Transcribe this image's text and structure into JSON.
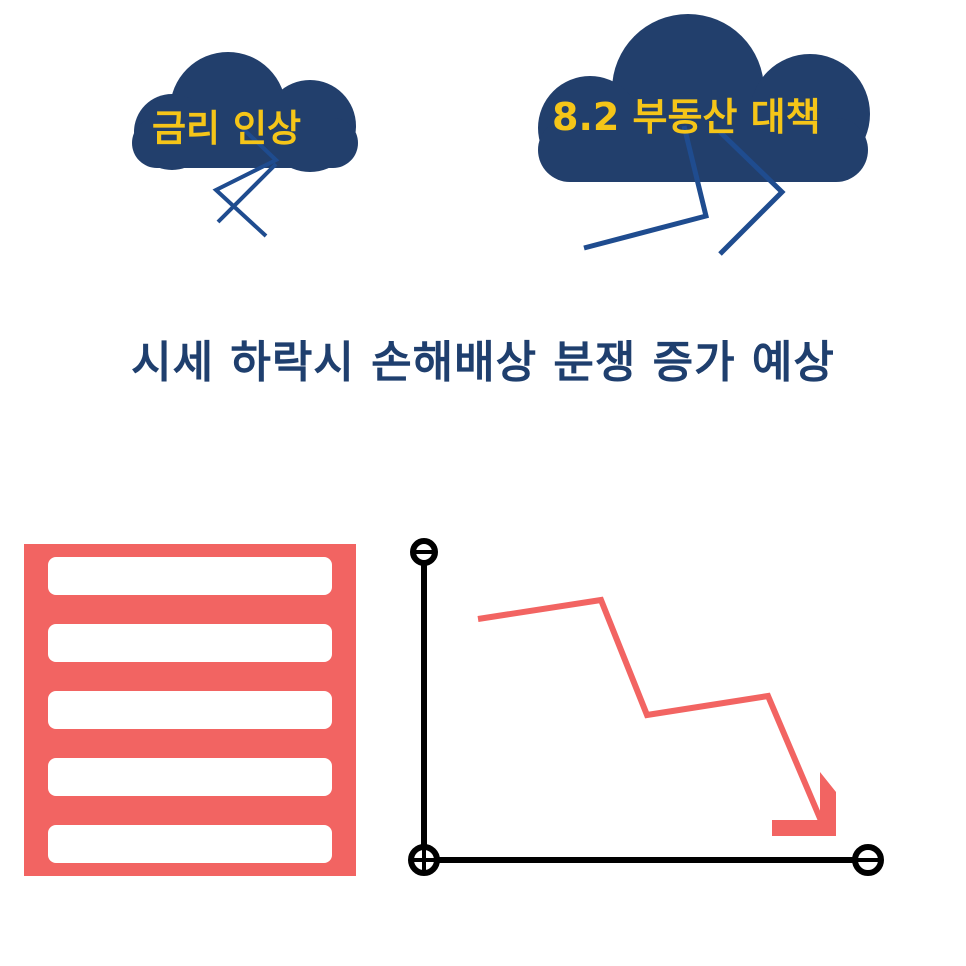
{
  "clouds": [
    {
      "label": "금리 인상"
    },
    {
      "label": "8.2 부동산 대책"
    }
  ],
  "headline": "시세 하락시 손해배상 분쟁 증가 예상",
  "colors": {
    "cloud": "#223f6c",
    "cloud_text": "#f5c518",
    "lightning": "#1f4c8f",
    "headline": "#1f3f6e",
    "document": "#f26462",
    "trend": "#f26462",
    "axis": "#000000"
  },
  "icons": [
    "cloud-icon",
    "lightning-icon",
    "document-icon",
    "down-trend-chart-icon",
    "arrow-icon"
  ]
}
